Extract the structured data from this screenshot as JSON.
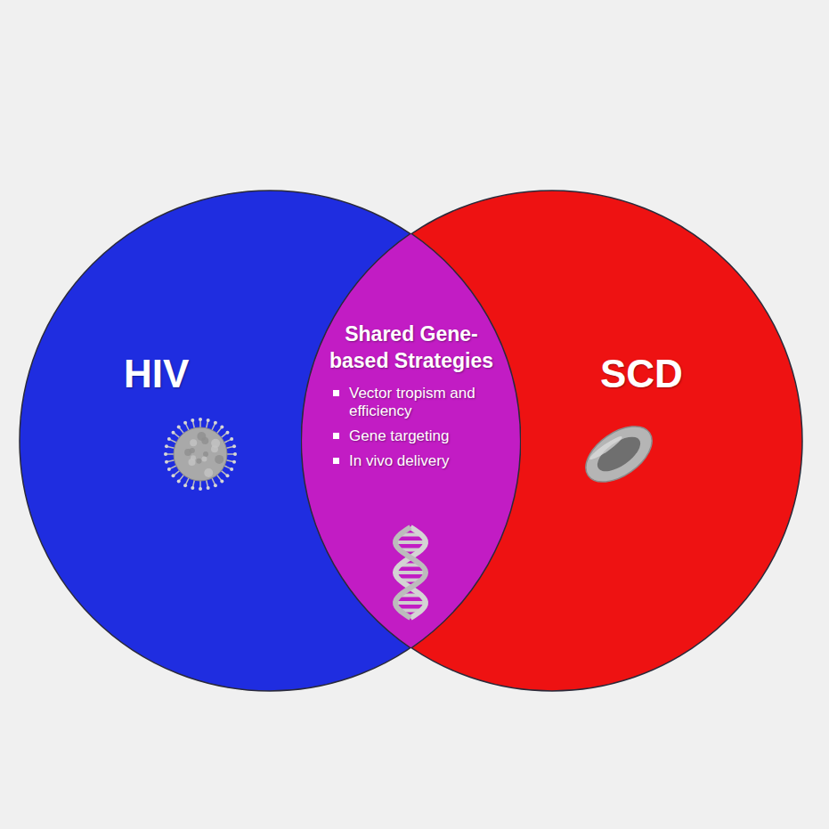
{
  "diagram": {
    "nodes": [
      {
        "text": [
          "HIV"
        ]
      },
      {
        "text": [
          "SCD"
        ]
      },
      {
        "text": [
          "Shared Gene-based Strategies",
          "Vector tropism and efficiency",
          "Gene targeting",
          "In vivo delivery"
        ]
      }
    ]
  }
}
